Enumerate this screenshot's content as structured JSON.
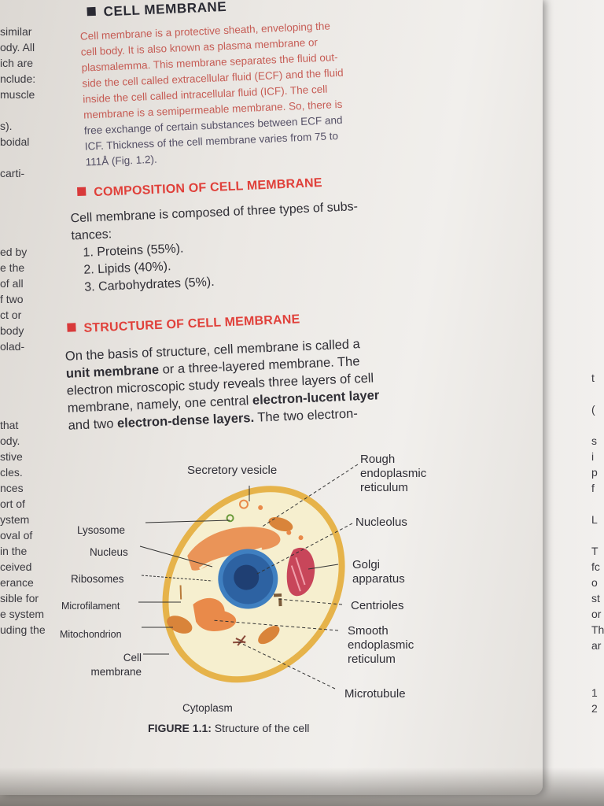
{
  "margin_left": [
    "similar",
    "ody. All",
    "ich are",
    "nclude:",
    "muscle",
    "",
    "s).",
    "boidal",
    "",
    "carti-",
    "",
    "",
    "",
    "",
    "ed by",
    "e the",
    "of all",
    "f two",
    "ct or",
    "body",
    "olad-",
    "",
    "",
    "",
    "",
    "that",
    "ody.",
    "stive",
    "cles.",
    "nces",
    "ort of",
    "ystem",
    "oval of",
    "in the",
    "ceived",
    "erance",
    "sible for",
    "e system",
    "uding the"
  ],
  "margin_right": [
    "t",
    "",
    "(",
    "",
    "s",
    "i",
    "p",
    "f",
    "",
    "L",
    "",
    "T",
    "fc",
    "o",
    "st",
    "or",
    "Th",
    "ar",
    "",
    "",
    "1",
    "2"
  ],
  "section1": {
    "heading": "CELL MEMBRANE",
    "lines": [
      "Cell membrane is a protective sheath, enveloping the",
      "cell body. It is also known as plasma membrane or",
      "plasmalemma. This membrane separates the fluid out-",
      "side the cell called extracellular fluid (ECF) and the fluid",
      "inside the cell called intracellular fluid (ICF). The cell",
      "membrane is a semipermeable membrane. So, there is",
      "free exchange of certain substances between ECF and",
      "ICF. Thickness of the cell membrane varies from 75 to",
      "111Å (Fig. 1.2)."
    ]
  },
  "section2": {
    "heading": "COMPOSITION OF CELL MEMBRANE",
    "intro_1": "Cell membrane is composed of three types of subs-",
    "intro_2": "tances:",
    "items": [
      "1. Proteins (55%).",
      "2. Lipids (40%).",
      "3. Carbohydrates (5%)."
    ]
  },
  "section3": {
    "heading": "STRUCTURE OF CELL MEMBRANE",
    "l1": "On the basis of structure, cell membrane is called a",
    "l2_bold": "unit membrane",
    "l2_rest": " or a three-layered membrane. The",
    "l3": "electron microscopic study reveals three layers of cell",
    "l4_pre": "membrane, namely, one central ",
    "l4_bold": "electron-lucent layer",
    "l5_pre": "and two ",
    "l5_bold": "electron-dense layers.",
    "l5_rest": " The two electron-"
  },
  "figure": {
    "labels": {
      "secretory_vesicle": "Secretory vesicle",
      "rough_er_1": "Rough",
      "rough_er_2": "endoplasmic",
      "rough_er_3": "reticulum",
      "lysosome": "Lysosome",
      "nucleolus": "Nucleolus",
      "nucleus": "Nucleus",
      "golgi_1": "Golgi",
      "golgi_2": "apparatus",
      "ribosomes": "Ribosomes",
      "microfilament": "Microfilament",
      "centrioles": "Centrioles",
      "mitochondrion": "Mitochondrion",
      "smooth_er_1": "Smooth",
      "smooth_er_2": "endoplasmic",
      "smooth_er_3": "reticulum",
      "cell_membrane_1": "Cell",
      "cell_membrane_2": "membrane",
      "microtubule": "Microtubule",
      "cytoplasm": "Cytoplasm"
    },
    "caption_bold": "FIGURE 1.1:",
    "caption_text": " Structure of the cell",
    "colors": {
      "membrane": "#e6b34a",
      "cytoplasm": "#f6efcf",
      "nucleus": "#3f7fc0",
      "nucleus_inner": "#1f3f73",
      "er": "#e98a4a",
      "golgi": "#c8465a",
      "mitochondrion": "#d9843a"
    }
  }
}
